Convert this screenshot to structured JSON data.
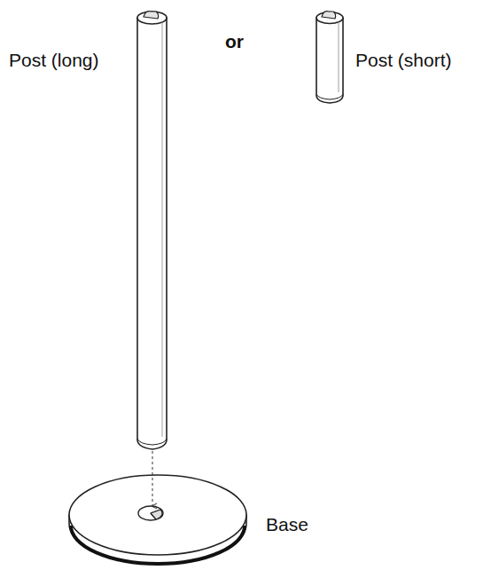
{
  "diagram": {
    "labels": [
      "Post (long)",
      "or",
      "Post (short)",
      "Base"
    ]
  }
}
